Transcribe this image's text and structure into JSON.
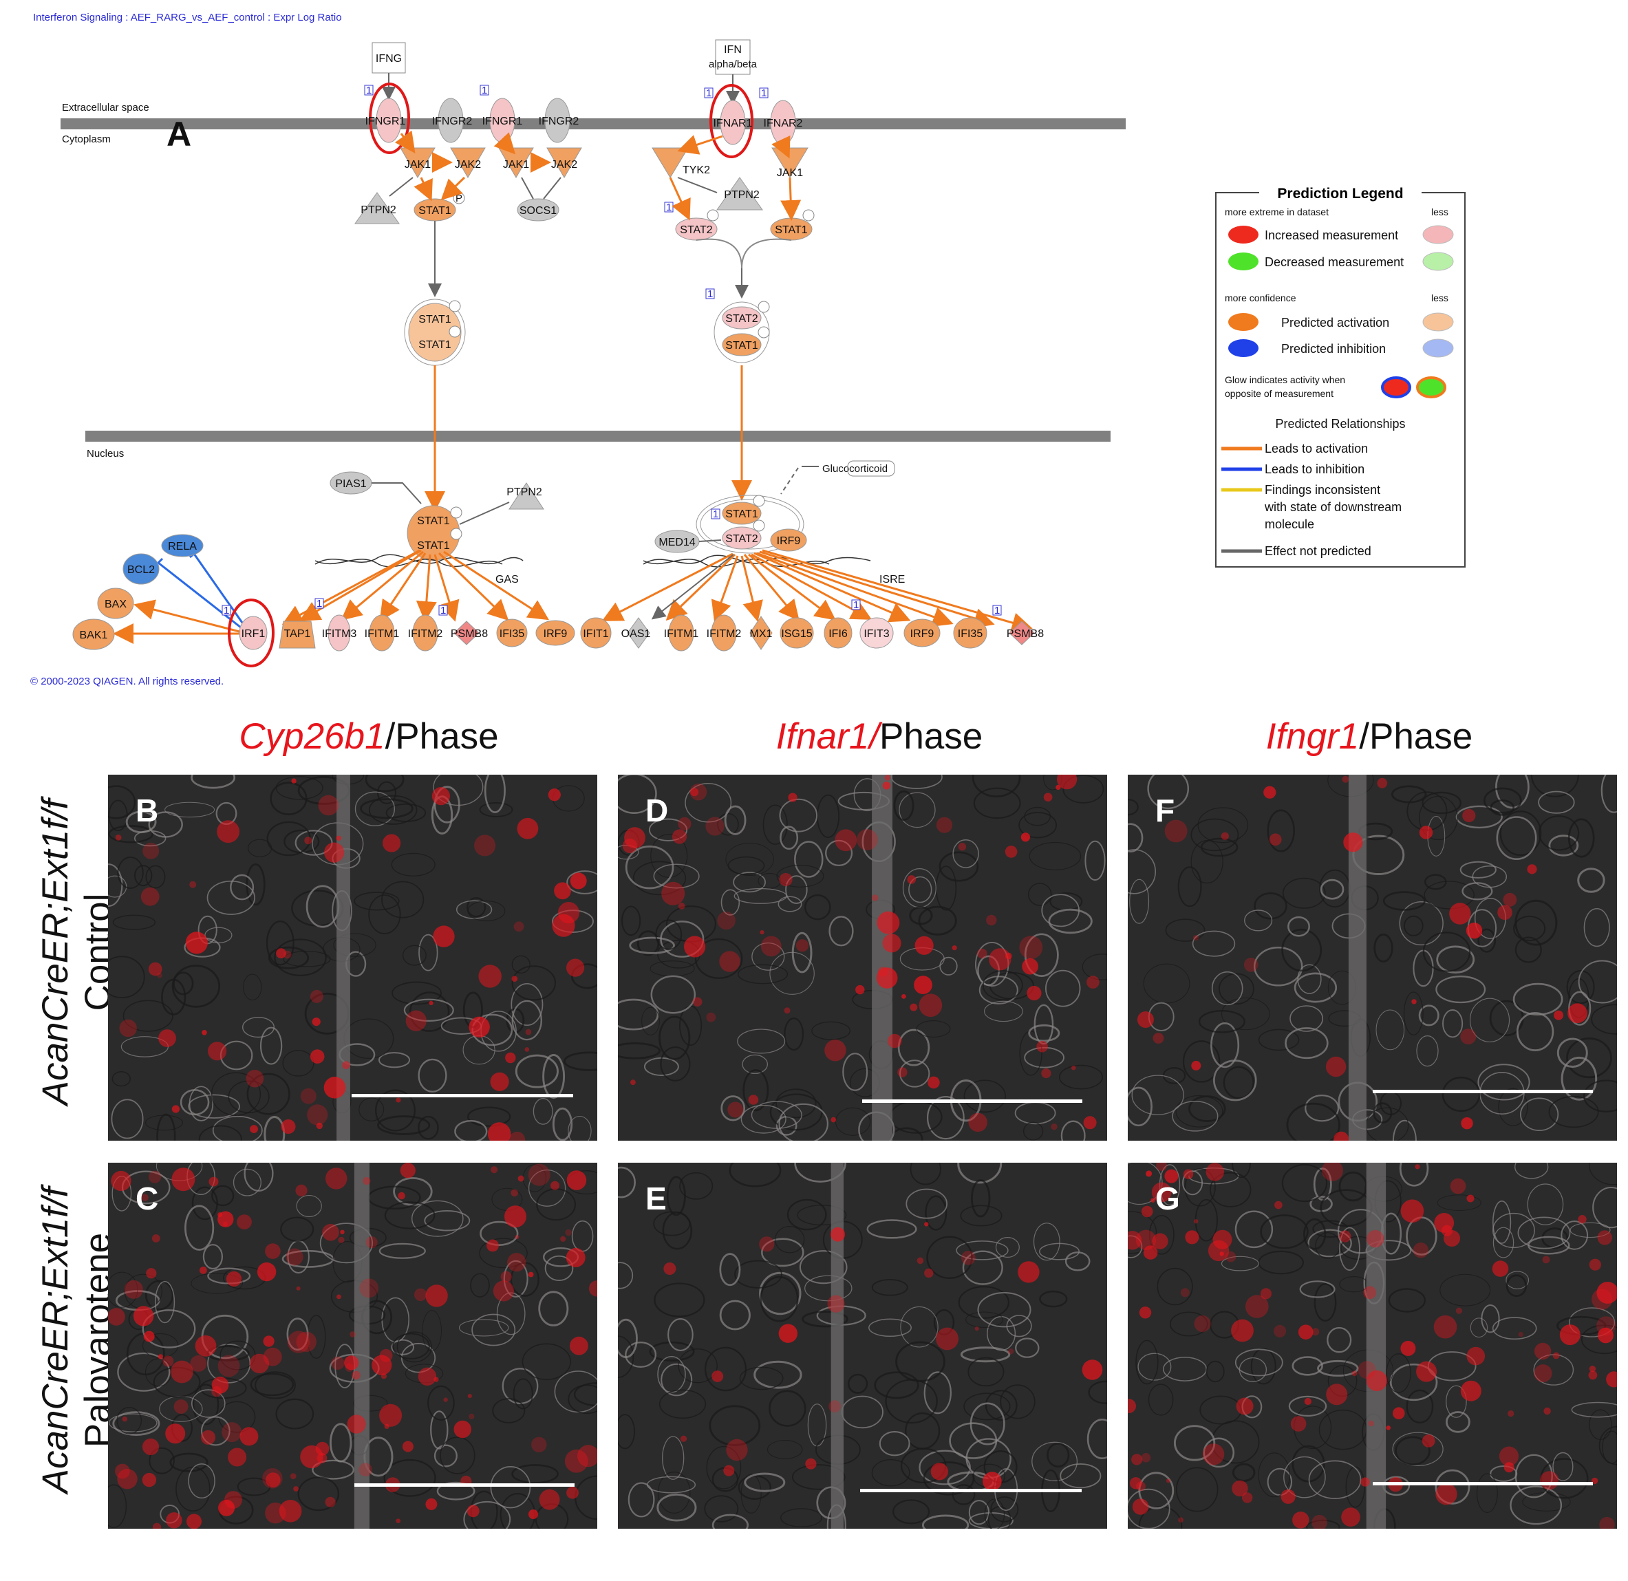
{
  "header_title": "Interferon Signaling : AEF_RARG_vs_AEF_control : Expr Log Ratio",
  "copyright": "© 2000-2023 QIAGEN. All rights reserved.",
  "panel_a_label": "A",
  "compartments": {
    "extracellular": "Extracellular space",
    "cytoplasm": "Cytoplasm",
    "nucleus": "Nucleus"
  },
  "nodes": {
    "ifng": "IFNG",
    "ifn_ab_1": "IFN",
    "ifn_ab_2": "alpha/beta",
    "ifngr1": "IFNGR1",
    "ifngr2": "IFNGR2",
    "ifnar1": "IFNAR1",
    "ifnar2": "IFNAR2",
    "jak1": "JAK1",
    "jak2": "JAK2",
    "tyk2": "TYK2",
    "ptpn2": "PTPN2",
    "socs1": "SOCS1",
    "stat1": "STAT1",
    "stat2": "STAT2",
    "irf9": "IRF9",
    "pias1": "PIAS1",
    "med14": "MED14",
    "glucocorticoid": "Glucocorticoid",
    "gas": "GAS",
    "isre": "ISRE",
    "rela": "RELA",
    "bcl2": "BCL2",
    "bax": "BAX",
    "bak1": "BAK1",
    "irf1": "IRF1",
    "tap1": "TAP1",
    "ifitm3": "IFITM3",
    "ifitm1": "IFITM1",
    "ifitm2": "IFITM2",
    "psmb8": "PSMB8",
    "ifi35": "IFI35",
    "ifit1": "IFIT1",
    "oas1": "OAS1",
    "mx1": "MX1",
    "isg15": "ISG15",
    "ifi6": "IFI6",
    "ifit3": "IFIT3",
    "phospho": "P",
    "count": "1"
  },
  "legend": {
    "title": "Prediction Legend",
    "extreme": "more extreme in dataset",
    "less": "less",
    "increased": "Increased measurement",
    "decreased": "Decreased measurement",
    "confidence": "more confidence",
    "activation": "Predicted activation",
    "inhibition": "Predicted inhibition",
    "glow_1": "Glow indicates activity when",
    "glow_2": "opposite of measurement",
    "relationships": "Predicted Relationships",
    "rel_activation": "Leads to activation",
    "rel_inhibition": "Leads to inhibition",
    "rel_inconsistent_1": "Findings inconsistent",
    "rel_inconsistent_2": "with state of downstream",
    "rel_inconsistent_3": "molecule",
    "rel_not_predicted": "Effect not predicted"
  },
  "colors": {
    "increased_strong": "#ee2a1e",
    "increased_light": "#f4b6b8",
    "decreased_strong": "#4fe22a",
    "decreased_light": "#b8f0a8",
    "activation_strong": "#f07a1e",
    "activation_light": "#f7c49a",
    "inhibition_strong": "#2040e8",
    "inhibition_light": "#a4b8f4",
    "node_orange": "#f0a060",
    "node_pink": "#f4c4c6",
    "node_gray": "#c8c8c8",
    "node_blue": "#4a88d8",
    "membrane": "#808080",
    "arrow_orange": "#f07a1e",
    "arrow_blue": "#2a6ae6",
    "arrow_gray": "#666666",
    "arrow_yellow": "#e8c81a",
    "highlight_circle": "#e01818",
    "fluorescence": "#e8141c"
  },
  "columns": [
    {
      "gene": "Cyp26b1",
      "suffix": "/Phase"
    },
    {
      "gene": "Ifnar1/",
      "suffix": "Phase"
    },
    {
      "gene": "Ifngr1",
      "suffix": "/Phase"
    }
  ],
  "rows": [
    {
      "genotype": "AcanCreER;Ext1f/f",
      "treatment": "Control"
    },
    {
      "genotype": "AcanCreER;Ext1f/f",
      "treatment": "Palovarotene"
    }
  ],
  "panels": [
    {
      "label": "B",
      "red_level": 0.25
    },
    {
      "label": "D",
      "red_level": 0.3
    },
    {
      "label": "F",
      "red_level": 0.12
    },
    {
      "label": "C",
      "red_level": 0.55
    },
    {
      "label": "E",
      "red_level": 0.1
    },
    {
      "label": "G",
      "red_level": 0.45
    }
  ]
}
